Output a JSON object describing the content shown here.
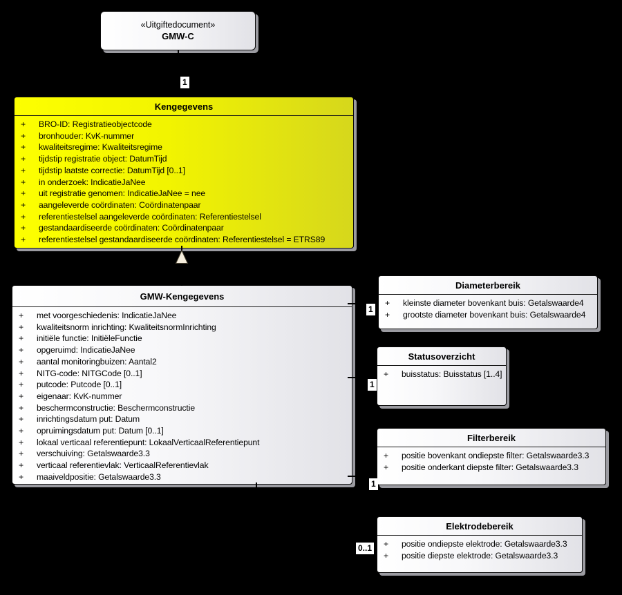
{
  "colors": {
    "background": "#000000",
    "class_border": "#0a0a0a",
    "class_fill_light_left": "#ffffff",
    "class_fill_light_right": "#e2e2e7",
    "class_fill_yellow_left": "#fdff00",
    "class_fill_yellow_right": "#d6d71c",
    "shadow": "#9b9ba1",
    "generalization_arrow_fill": "#f6eedd",
    "text": "#000000"
  },
  "nodes": {
    "uitgiftedocument": {
      "stereotype": "«Uitgiftedocument»",
      "name": "GMW-C"
    },
    "kengegevens": {
      "name": "Kengegevens",
      "attributes": [
        {
          "vis": "+",
          "text": "BRO-ID: Registratieobjectcode"
        },
        {
          "vis": "+",
          "text": "bronhouder: KvK-nummer"
        },
        {
          "vis": "+",
          "text": "kwaliteitsregime: Kwaliteitsregime"
        },
        {
          "vis": "+",
          "text": "tijdstip registratie object: DatumTijd"
        },
        {
          "vis": "+",
          "text": "tijdstip laatste correctie: DatumTijd [0..1]"
        },
        {
          "vis": "+",
          "text": "in onderzoek: IndicatieJaNee"
        },
        {
          "vis": "+",
          "text": "uit registratie genomen: IndicatieJaNee = nee"
        },
        {
          "vis": "+",
          "text": "aangeleverde coördinaten: Coördinatenpaar"
        },
        {
          "vis": "+",
          "text": "referentiestelsel aangeleverde coördinaten: Referentiestelsel"
        },
        {
          "vis": "+",
          "text": "gestandaardiseerde coördinaten: Coördinatenpaar"
        },
        {
          "vis": "+",
          "text": "referentiestelsel gestandaardiseerde coördinaten: Referentiestelsel = ETRS89"
        }
      ]
    },
    "gmw_kengegevens": {
      "name": "GMW-Kengegevens",
      "attributes": [
        {
          "vis": "+",
          "text": "met voorgeschiedenis: IndicatieJaNee"
        },
        {
          "vis": "+",
          "text": "kwaliteitsnorm inrichting: KwaliteitsnormInrichting"
        },
        {
          "vis": "+",
          "text": "initiële functie: InitiëleFunctie"
        },
        {
          "vis": "+",
          "text": "opgeruimd: IndicatieJaNee"
        },
        {
          "vis": "+",
          "text": "aantal monitoringbuizen: Aantal2"
        },
        {
          "vis": "+",
          "text": "NITG-code: NITGCode [0..1]"
        },
        {
          "vis": "+",
          "text": "putcode: Putcode [0..1]"
        },
        {
          "vis": "+",
          "text": "eigenaar: KvK-nummer"
        },
        {
          "vis": "+",
          "text": "beschermconstructie: Beschermconstructie"
        },
        {
          "vis": "+",
          "text": "inrichtingsdatum put: Datum"
        },
        {
          "vis": "+",
          "text": "opruimingsdatum put: Datum [0..1]"
        },
        {
          "vis": "+",
          "text": "lokaal verticaal referentiepunt: LokaalVerticaalReferentiepunt"
        },
        {
          "vis": "+",
          "text": "verschuiving: Getalswaarde3.3"
        },
        {
          "vis": "+",
          "text": "verticaal referentievlak: VerticaalReferentievlak"
        },
        {
          "vis": "+",
          "text": "maaiveldpositie: Getalswaarde3.3"
        }
      ]
    },
    "diameterbereik": {
      "name": "Diameterbereik",
      "attributes": [
        {
          "vis": "+",
          "text": "kleinste diameter bovenkant buis: Getalswaarde4"
        },
        {
          "vis": "+",
          "text": "grootste diameter bovenkant buis: Getalswaarde4"
        }
      ]
    },
    "statusoverzicht": {
      "name": "Statusoverzicht",
      "attributes": [
        {
          "vis": "+",
          "text": "buisstatus: Buisstatus [1..4]"
        }
      ]
    },
    "filterbereik": {
      "name": "Filterbereik",
      "attributes": [
        {
          "vis": "+",
          "text": "positie bovenkant ondiepste filter: Getalswaarde3.3"
        },
        {
          "vis": "+",
          "text": "positie onderkant diepste filter: Getalswaarde3.3"
        }
      ]
    },
    "elektrodebereik": {
      "name": "Elektrodebereik",
      "attributes": [
        {
          "vis": "+",
          "text": "positie ondiepste elektrode: Getalswaarde3.3"
        },
        {
          "vis": "+",
          "text": "positie diepste elektrode: Getalswaarde3.3"
        }
      ]
    }
  },
  "multiplicities": {
    "doc_to_kengegevens": "1",
    "to_diameterbereik": "1",
    "to_statusoverzicht": "1",
    "to_filterbereik": "1",
    "to_elektrodebereik": "0..1"
  }
}
